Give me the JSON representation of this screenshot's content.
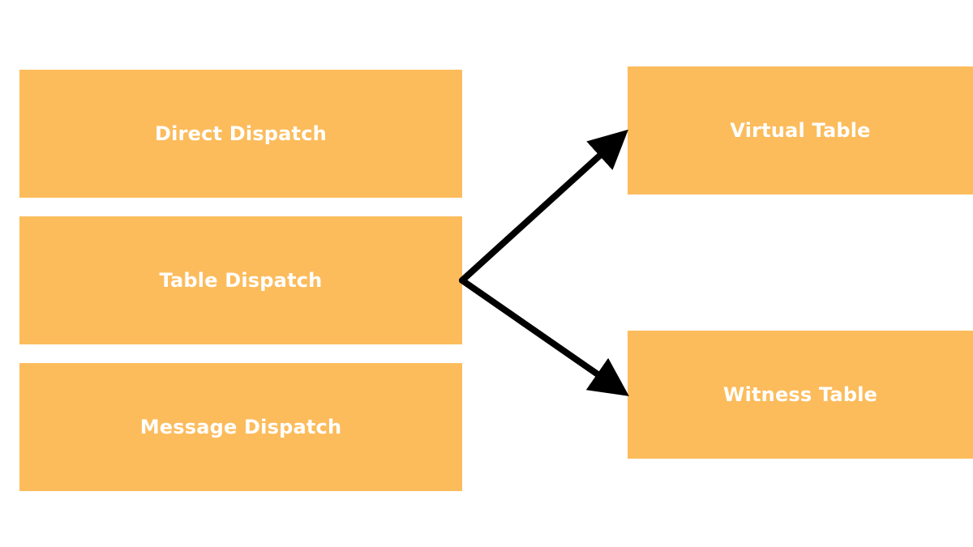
{
  "colors": {
    "box_fill": "#fcbc5c",
    "box_text": "#ffffff",
    "arrow": "#000000"
  },
  "left_column": {
    "items": [
      {
        "label": "Direct Dispatch"
      },
      {
        "label": "Table Dispatch"
      },
      {
        "label": "Message Dispatch"
      }
    ]
  },
  "right_column": {
    "items": [
      {
        "label": "Virtual Table"
      },
      {
        "label": "Witness Table"
      }
    ]
  }
}
